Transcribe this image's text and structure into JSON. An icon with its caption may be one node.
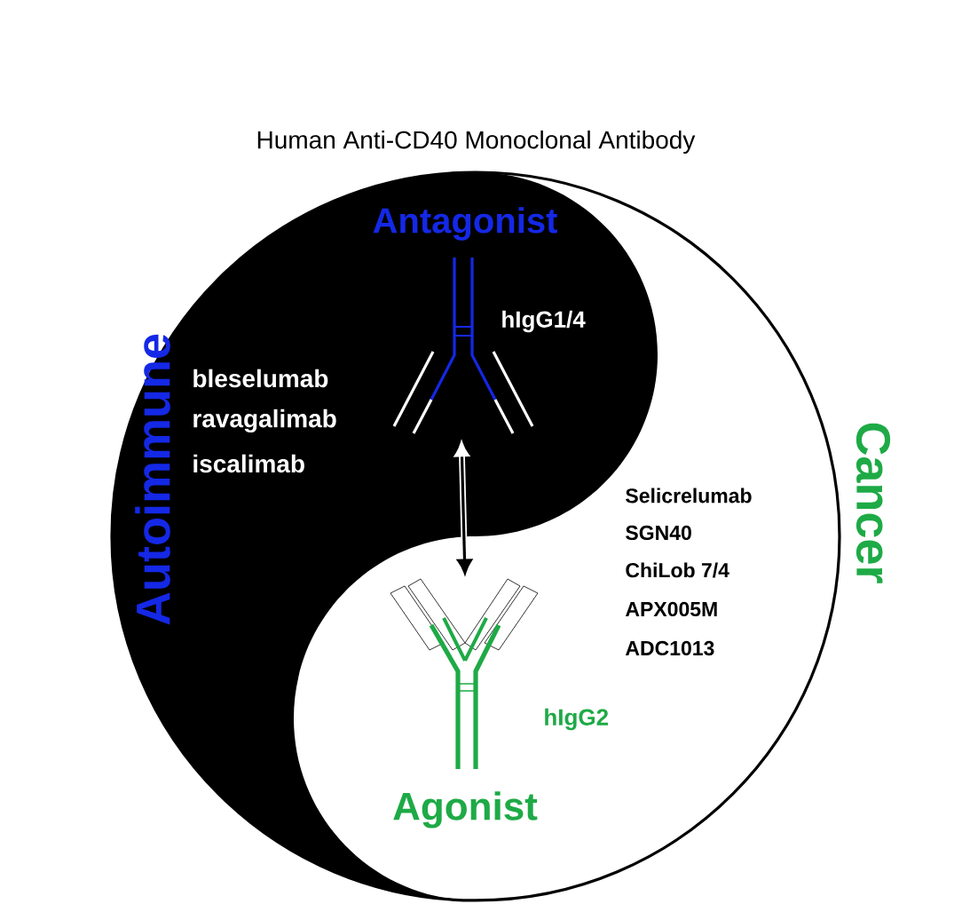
{
  "diagram": {
    "title": "Human Anti-CD40 Monoclonal Antibody",
    "nodes": [
      {
        "text": [],
        "shape": "picture",
        "beside": [
          "Antagonist",
          "hIgG1/4"
        ]
      },
      {
        "text": [],
        "shape": "picture",
        "beside": [
          "hIgG2",
          "Agonist"
        ]
      }
    ],
    "edges": [
      {
        "from": 0,
        "to": 1,
        "arrow": "both"
      }
    ],
    "labels": [
      "Autoimmune",
      "bleselumab",
      "ravagalimab",
      "iscalimab",
      "Cancer",
      "Selicrelumab",
      "SGN40",
      "ChiLob 7/4",
      "APX005M",
      "ADC1013"
    ]
  }
}
